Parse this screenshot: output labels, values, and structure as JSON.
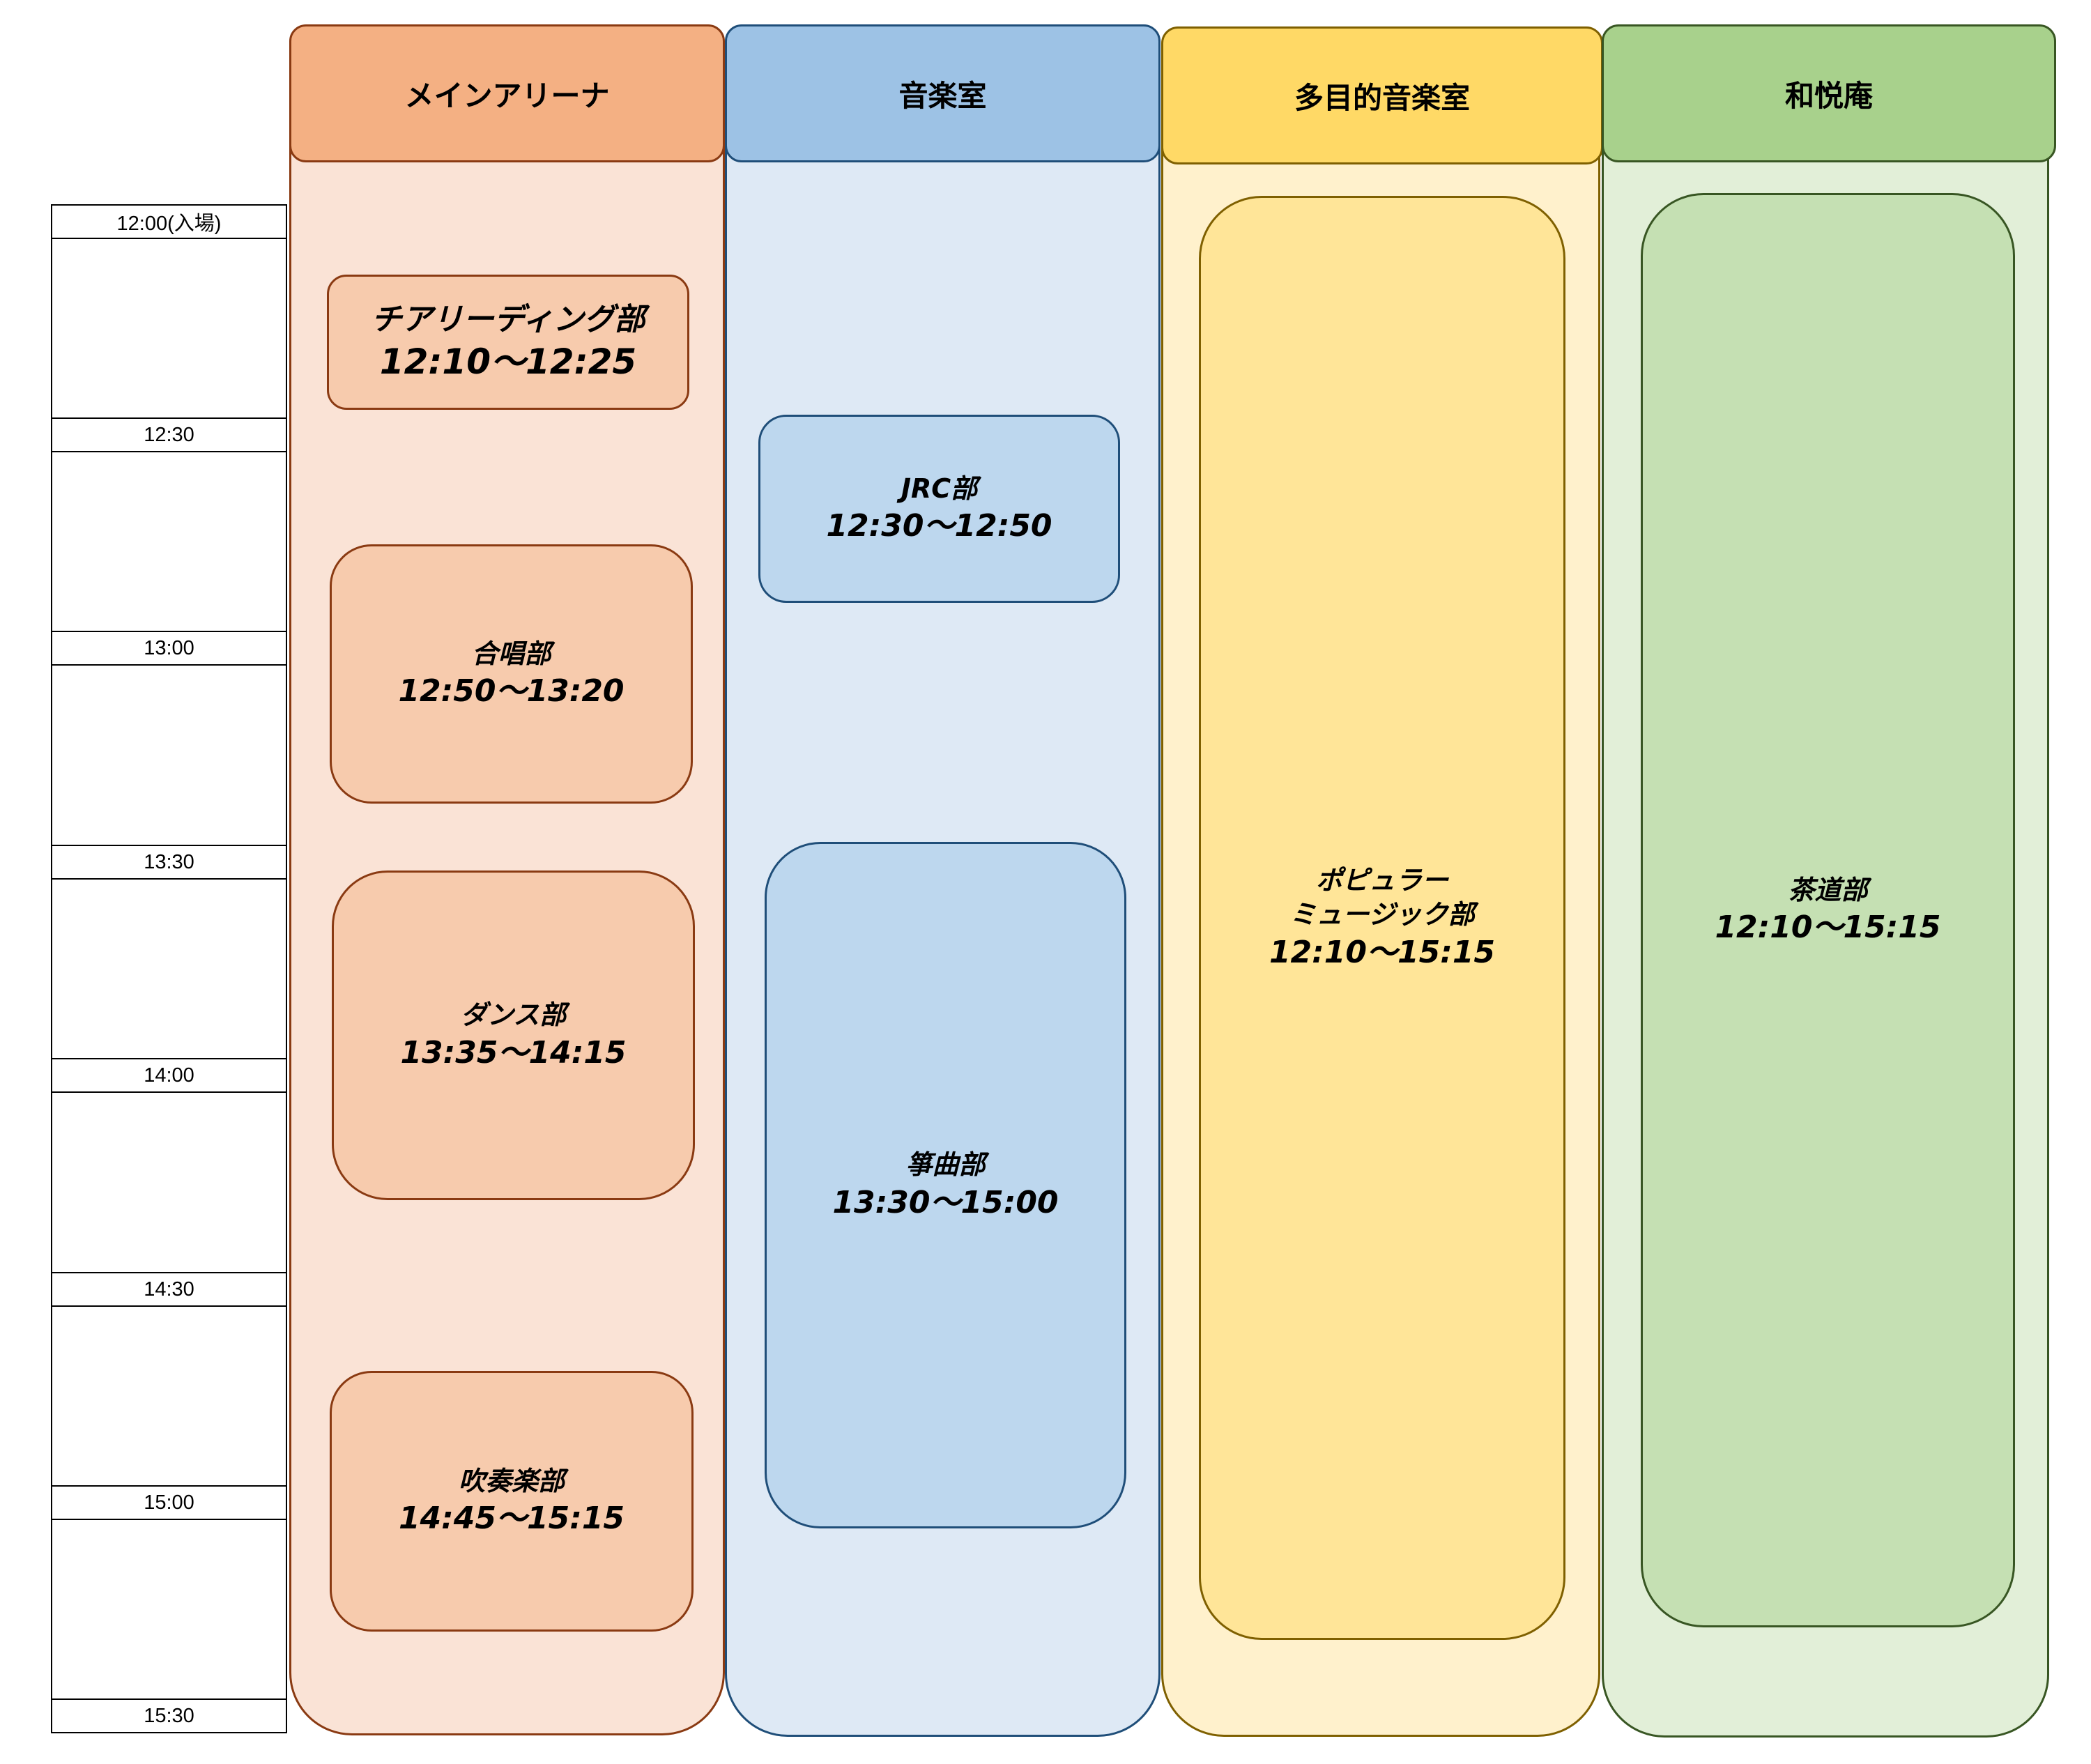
{
  "time_axis": {
    "labels": [
      "12:00(入場)",
      "12:30",
      "13:00",
      "13:30",
      "14:00",
      "14:30",
      "15:00",
      "15:30"
    ]
  },
  "columns": [
    {
      "name": "メインアリーナ",
      "events": [
        {
          "name": "チアリーディング部",
          "time": "12:10～12:25"
        },
        {
          "name": "合唱部",
          "time": "12:50～13:20"
        },
        {
          "name": "ダンス部",
          "time": "13:35～14:15"
        },
        {
          "name": "吹奏楽部",
          "time": "14:45～15:15"
        }
      ]
    },
    {
      "name": "音楽室",
      "events": [
        {
          "name": "JRC部",
          "time": "12:30～12:50"
        },
        {
          "name": "箏曲部",
          "time": "13:30～15:00"
        }
      ]
    },
    {
      "name": "多目的音楽室",
      "events": [
        {
          "name_line1": "ポピュラー",
          "name_line2": "ミュージック部",
          "time": "12:10～15:15"
        }
      ]
    },
    {
      "name": "和悦庵",
      "events": [
        {
          "name": "茶道部",
          "time": "12:10～15:15"
        }
      ]
    }
  ],
  "colors": {
    "main_arena": "#f4b083",
    "music_room": "#9dc2e5",
    "multipurpose": "#ffd966",
    "tea_house": "#a8d18c"
  }
}
